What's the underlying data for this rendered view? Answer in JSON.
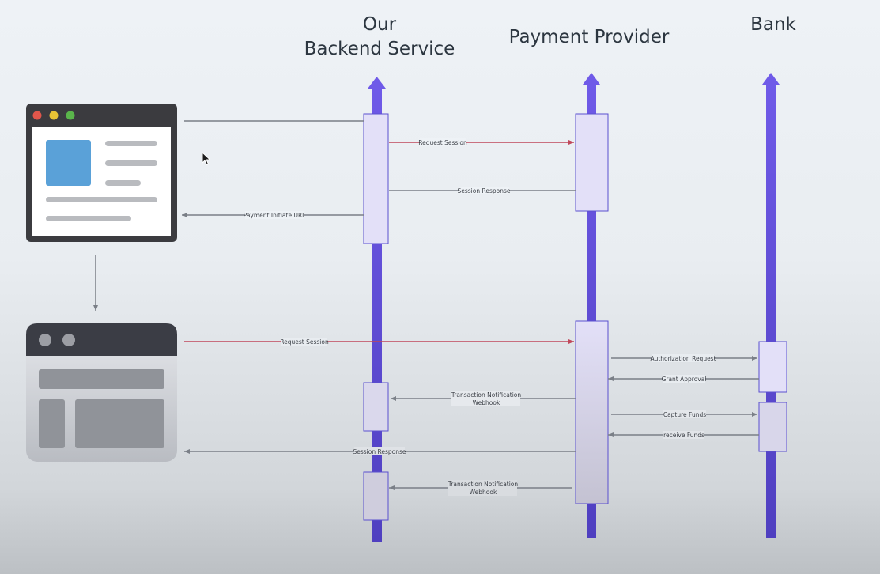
{
  "participants": {
    "backend_line1": "Our",
    "backend_line2": "Backend Service",
    "provider": "Payment Provider",
    "bank": "Bank"
  },
  "messages": {
    "m1": "Request Session",
    "m2": "Session Response",
    "m3": "Payment Initiate URL",
    "m4": "Request Session",
    "m5": "Authorization Request",
    "m6": "Grant Approval",
    "m7_line1": "Transaction Notification",
    "m7_line2": "Webhook",
    "m8": "Capture Funds",
    "m9": "receive Funds",
    "m10": "Session Response",
    "m11_line1": "Transaction Notification",
    "m11_line2": "Webhook"
  },
  "colors": {
    "lifeline": "#6a55e0",
    "request_arrow": "#c0475a",
    "response_arrow": "#7a7f87",
    "activation_fill": "#e3e0f8",
    "activation_border": "#5a4fcf",
    "dot_red": "#e1564b",
    "dot_yellow": "#e9c335",
    "dot_green": "#5ab54b",
    "image_placeholder": "#5aa1d8"
  },
  "icons": [
    "browser-window-icon",
    "payment-page-window-icon",
    "mouse-cursor-icon"
  ]
}
